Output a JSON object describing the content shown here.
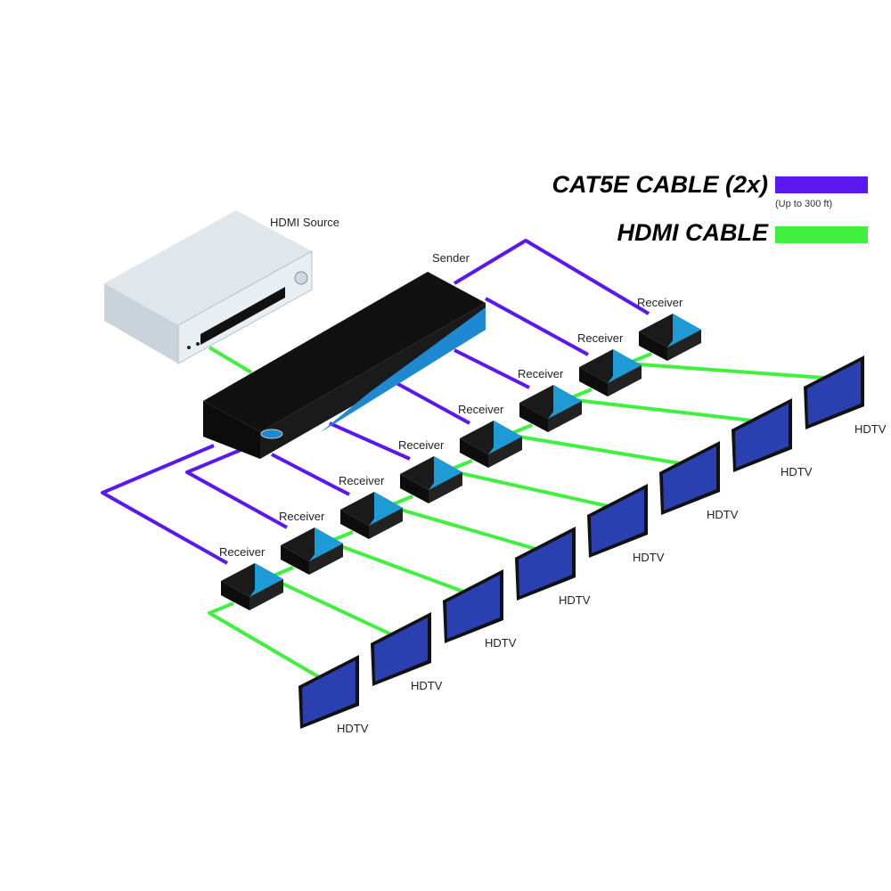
{
  "legend": {
    "cat5e": {
      "label": "CAT5E CABLE (2x)",
      "note": "(Up to 300 ft)",
      "color": "#5a17f0"
    },
    "hdmi": {
      "label": "HDMI CABLE",
      "color": "#3ff03f"
    }
  },
  "devices": {
    "source": "HDMI Source",
    "sender": "Sender",
    "receivers": [
      "Receiver",
      "Receiver",
      "Receiver",
      "Receiver",
      "Receiver",
      "Receiver",
      "Receiver",
      "Receiver"
    ],
    "displays": [
      "HDTV",
      "HDTV",
      "HDTV",
      "HDTV",
      "HDTV",
      "HDTV",
      "HDTV",
      "HDTV"
    ]
  }
}
